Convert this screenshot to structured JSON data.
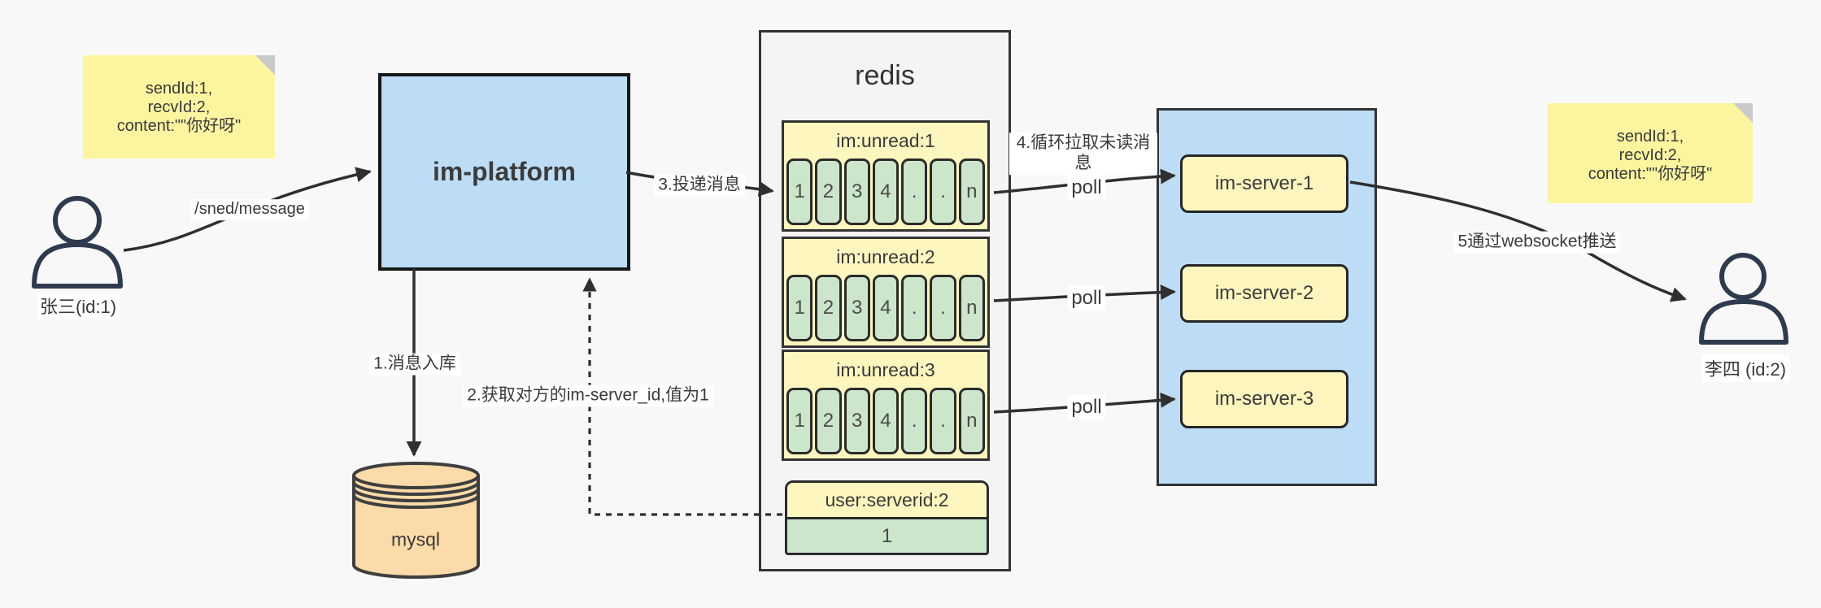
{
  "palette": {
    "background": "#f8f8f8",
    "note_yellow": "#fbf5a0",
    "box_blue": "#bdddf6",
    "queue_yellow": "#fdf6be",
    "cell_green": "#cbe6ca",
    "db_orange": "#fbdba9",
    "line_dark": "#2f2f2f",
    "person_navy": "#2e3b4e"
  },
  "sender": {
    "name": "张三(id:1)",
    "note": {
      "line1": "sendId:1,",
      "line2": "recvId:2,",
      "line3": "content:\"\"你好呀\""
    }
  },
  "receiver": {
    "name": "李四 (id:2)",
    "note": {
      "line1": "sendId:1,",
      "line2": "recvId:2,",
      "line3": "content:\"\"你好呀\""
    }
  },
  "platform": {
    "title": "im-platform"
  },
  "database": {
    "title": "mysql"
  },
  "redis": {
    "title": "redis",
    "queues": [
      {
        "name": "im:unread:1",
        "slots": [
          "1",
          "2",
          "3",
          "4",
          ".",
          ".",
          "n"
        ]
      },
      {
        "name": "im:unread:2",
        "slots": [
          "1",
          "2",
          "3",
          "4",
          ".",
          ".",
          "n"
        ]
      },
      {
        "name": "im:unread:3",
        "slots": [
          "1",
          "2",
          "3",
          "4",
          ".",
          ".",
          "n"
        ]
      }
    ],
    "mapping": {
      "key": "user:serverid:2",
      "value": "1"
    }
  },
  "cluster": {
    "servers": [
      {
        "label": "im-server-1"
      },
      {
        "label": "im-server-2"
      },
      {
        "label": "im-server-3"
      }
    ]
  },
  "flow": {
    "send_api": "/sned/message",
    "step1": "1.消息入库",
    "step2": "2.获取对方的im-server_id,值为1",
    "step3": "3.投递消息",
    "step4": "4.循环拉取未读消息",
    "step5": "5通过websocket推送",
    "poll": "poll"
  }
}
